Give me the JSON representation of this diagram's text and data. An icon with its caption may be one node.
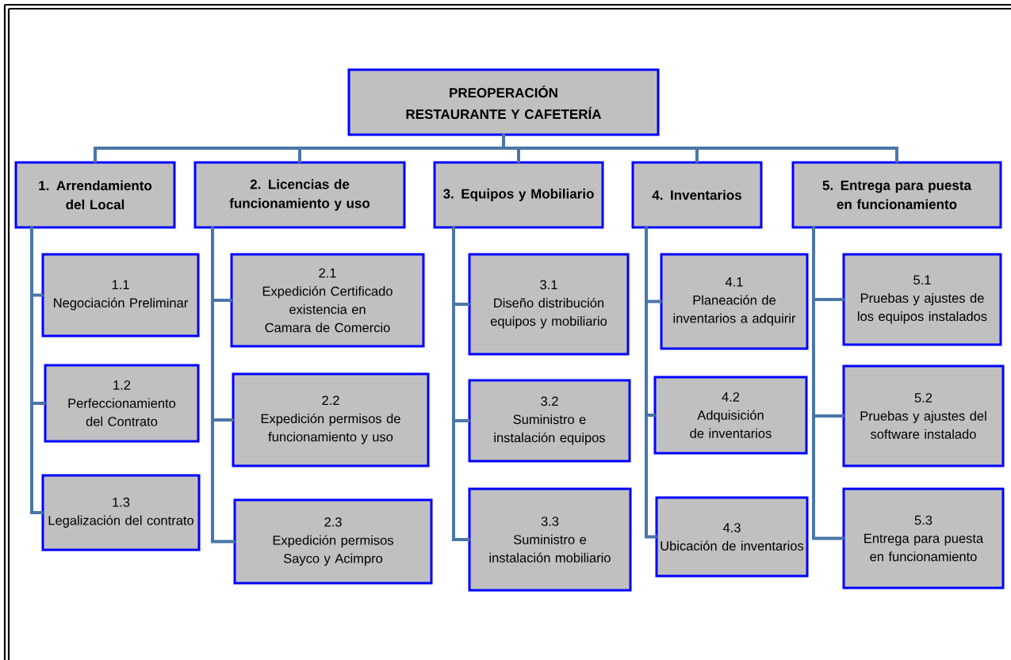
{
  "diagram": {
    "nodes": [
      {
        "text": [
          "PREOPERACIÓN RESTAURANTE Y  CAFETERÍA"
        ]
      },
      {
        "text": [
          "1. Arrendamiento del Local"
        ]
      },
      {
        "text": [
          "2. Licencias de funcionamiento y uso"
        ]
      },
      {
        "text": [
          "3. Equipos y Mobiliario"
        ]
      },
      {
        "text": [
          "4. Inventarios"
        ]
      },
      {
        "text": [
          "5. Entrega para puesta en funcionamiento"
        ]
      },
      {
        "text": [
          "1.1",
          "Negociación Preliminar"
        ]
      },
      {
        "text": [
          "1.2",
          "Perfeccionamiento del Contrato"
        ]
      },
      {
        "text": [
          "1.3",
          "Legalización del contrato"
        ]
      },
      {
        "text": [
          "2.1",
          "Expedición Certificado existencia en Camara de Comercio"
        ]
      },
      {
        "text": [
          "2.2",
          "Expedición permisos de funcionamiento y uso"
        ]
      },
      {
        "text": [
          "2.3",
          "Expedición permisos Sayco y Acimpro"
        ]
      },
      {
        "text": [
          "3.1",
          "Diseño distribución equipos y mobiliario"
        ]
      },
      {
        "text": [
          "3.2",
          "Suministro e instalación equipos"
        ]
      },
      {
        "text": [
          "3.3",
          "Suministro e instalación mobiliario"
        ]
      },
      {
        "text": [
          "4.1",
          "Planeación de inventarios a adquirir"
        ]
      },
      {
        "text": [
          "4.2",
          "Adquisición de inventarios"
        ]
      },
      {
        "text": [
          "4.3",
          "Ubicación de inventarios"
        ]
      },
      {
        "text": [
          "5.1",
          "Pruebas y ajustes de los equipos instalados"
        ]
      },
      {
        "text": [
          "5.2",
          "Pruebas y ajustes del software instalado"
        ]
      },
      {
        "text": [
          "5.3",
          "Entrega para puesta en funcionamiento"
        ]
      }
    ],
    "edges": [
      {
        "from": 0,
        "to": 1,
        "arrow": "none"
      },
      {
        "from": 0,
        "to": 2,
        "arrow": "none"
      },
      {
        "from": 0,
        "to": 3,
        "arrow": "none"
      },
      {
        "from": 0,
        "to": 4,
        "arrow": "none"
      },
      {
        "from": 0,
        "to": 5,
        "arrow": "none"
      },
      {
        "from": 1,
        "to": 6,
        "arrow": "none"
      },
      {
        "from": 1,
        "to": 7,
        "arrow": "none"
      },
      {
        "from": 1,
        "to": 8,
        "arrow": "none"
      },
      {
        "from": 2,
        "to": 9,
        "arrow": "none"
      },
      {
        "from": 2,
        "to": 10,
        "arrow": "none"
      },
      {
        "from": 2,
        "to": 11,
        "arrow": "none"
      },
      {
        "from": 3,
        "to": 12,
        "arrow": "none"
      },
      {
        "from": 3,
        "to": 13,
        "arrow": "none"
      },
      {
        "from": 3,
        "to": 14,
        "arrow": "none"
      },
      {
        "from": 4,
        "to": 15,
        "arrow": "none"
      },
      {
        "from": 4,
        "to": 16,
        "arrow": "none"
      },
      {
        "from": 4,
        "to": 17,
        "arrow": "none"
      },
      {
        "from": 5,
        "to": 18,
        "arrow": "none"
      },
      {
        "from": 5,
        "to": 19,
        "arrow": "none"
      },
      {
        "from": 5,
        "to": 20,
        "arrow": "none"
      }
    ]
  }
}
